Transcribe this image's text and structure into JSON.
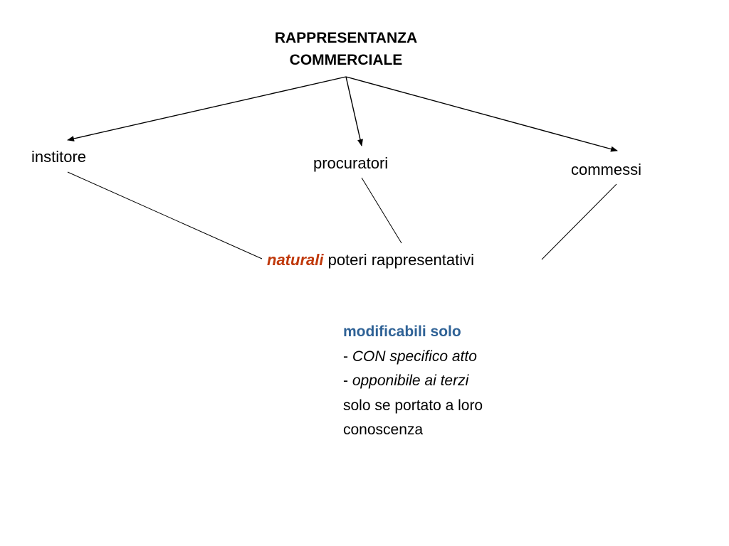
{
  "title": {
    "line1": "RAPPRESENTANZA",
    "line2": "COMMERCIALE"
  },
  "nodes": {
    "institore": "institore",
    "procuratori": "procuratori",
    "commessi": "commessi"
  },
  "poteri": {
    "accent_word": "naturali",
    "rest": " poteri rappresentativi"
  },
  "note": {
    "heading": "modificabili solo",
    "item1_prefix": "- ",
    "item1_text": "CON specifico atto",
    "item2_prefix": "- ",
    "item2_text": "opponibile ai terzi",
    "line3": "solo se portato a loro",
    "line4": "conoscenza"
  },
  "colors": {
    "accent": "#C0390B",
    "heading": "#2F6296",
    "text": "#000000"
  }
}
